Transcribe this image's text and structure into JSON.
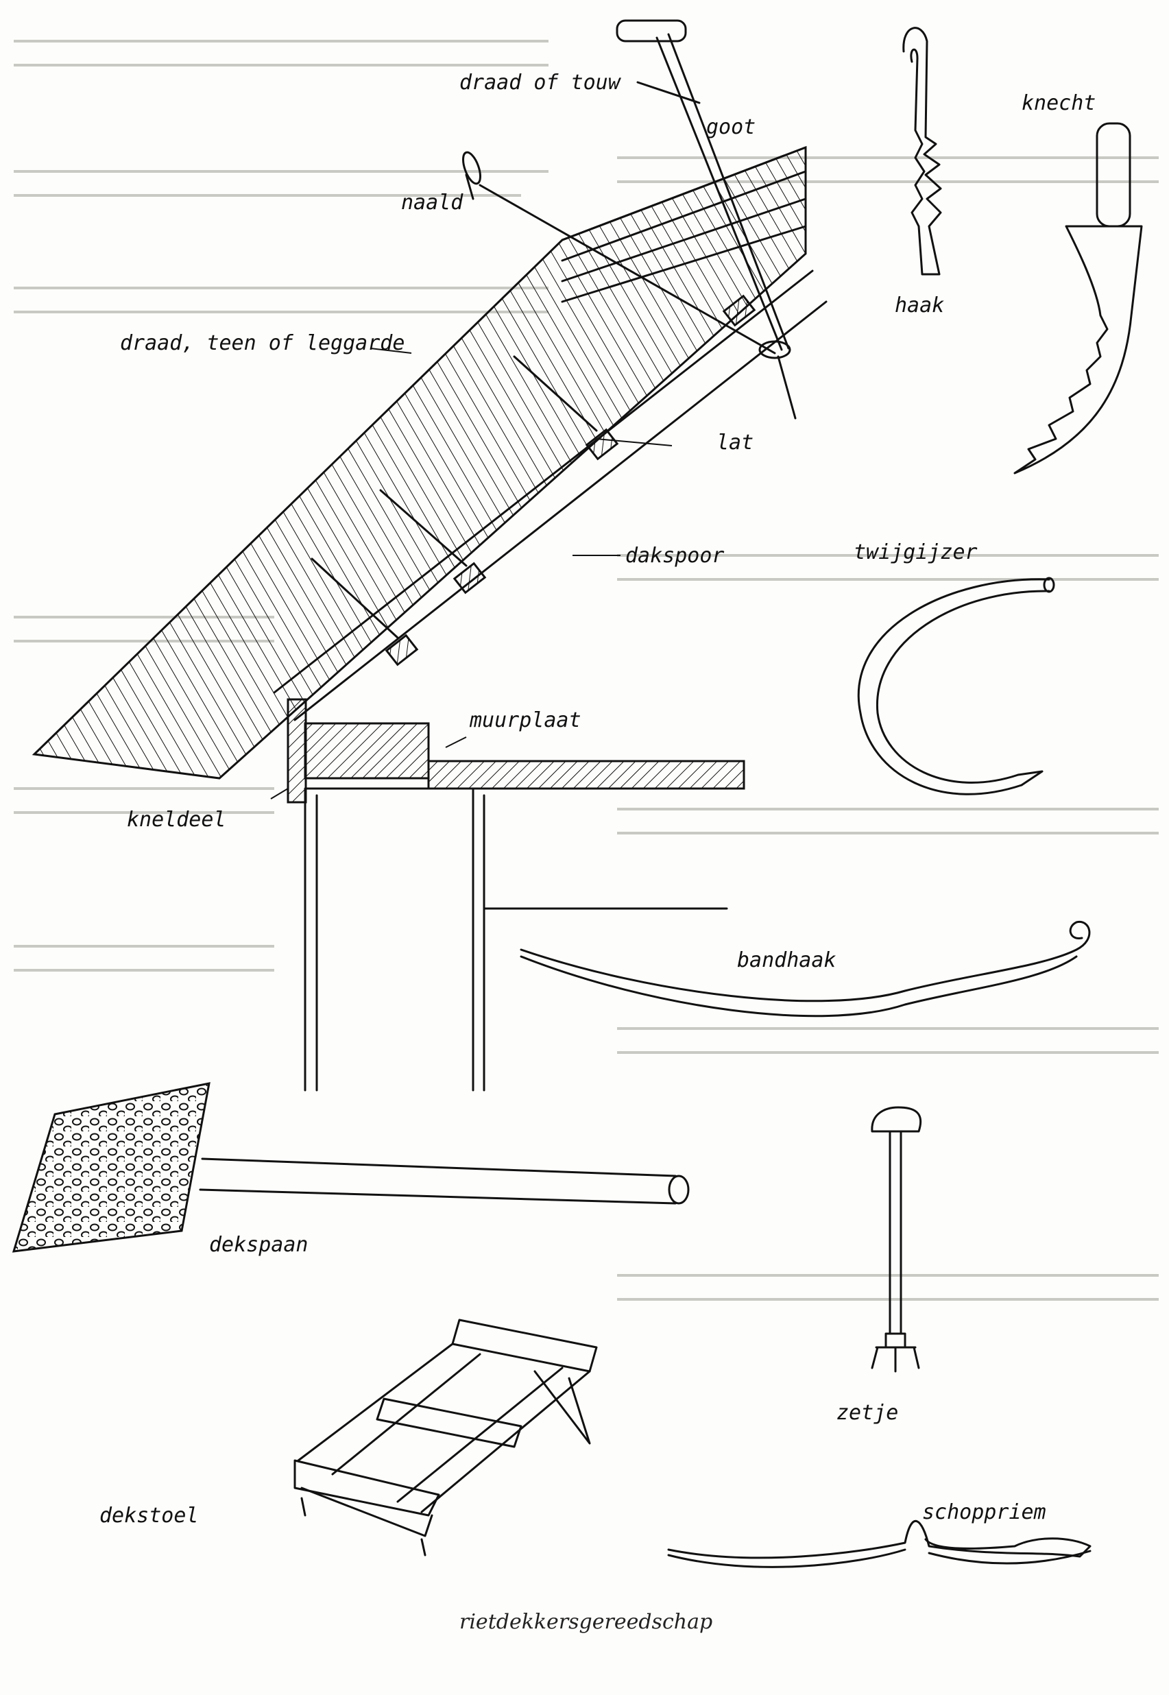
{
  "figure": {
    "caption": "rietdekkersgereedschap",
    "labels": {
      "draad_of_touw": "draad of touw",
      "goot": "goot",
      "naald": "naald",
      "draad_teen_leggarde": "draad, teen of leggarde",
      "lat": "lat",
      "dakspoor": "dakspoor",
      "muurplaat": "muurplaat",
      "kneldeel": "kneldeel",
      "knecht": "knecht",
      "haak": "haak",
      "twijgijzer": "twijgijzer",
      "bandhaak": "bandhaak",
      "dekspaan": "dekspaan",
      "zetje": "zetje",
      "dekstoel": "dekstoel",
      "schoppriem": "schoppriem"
    }
  }
}
